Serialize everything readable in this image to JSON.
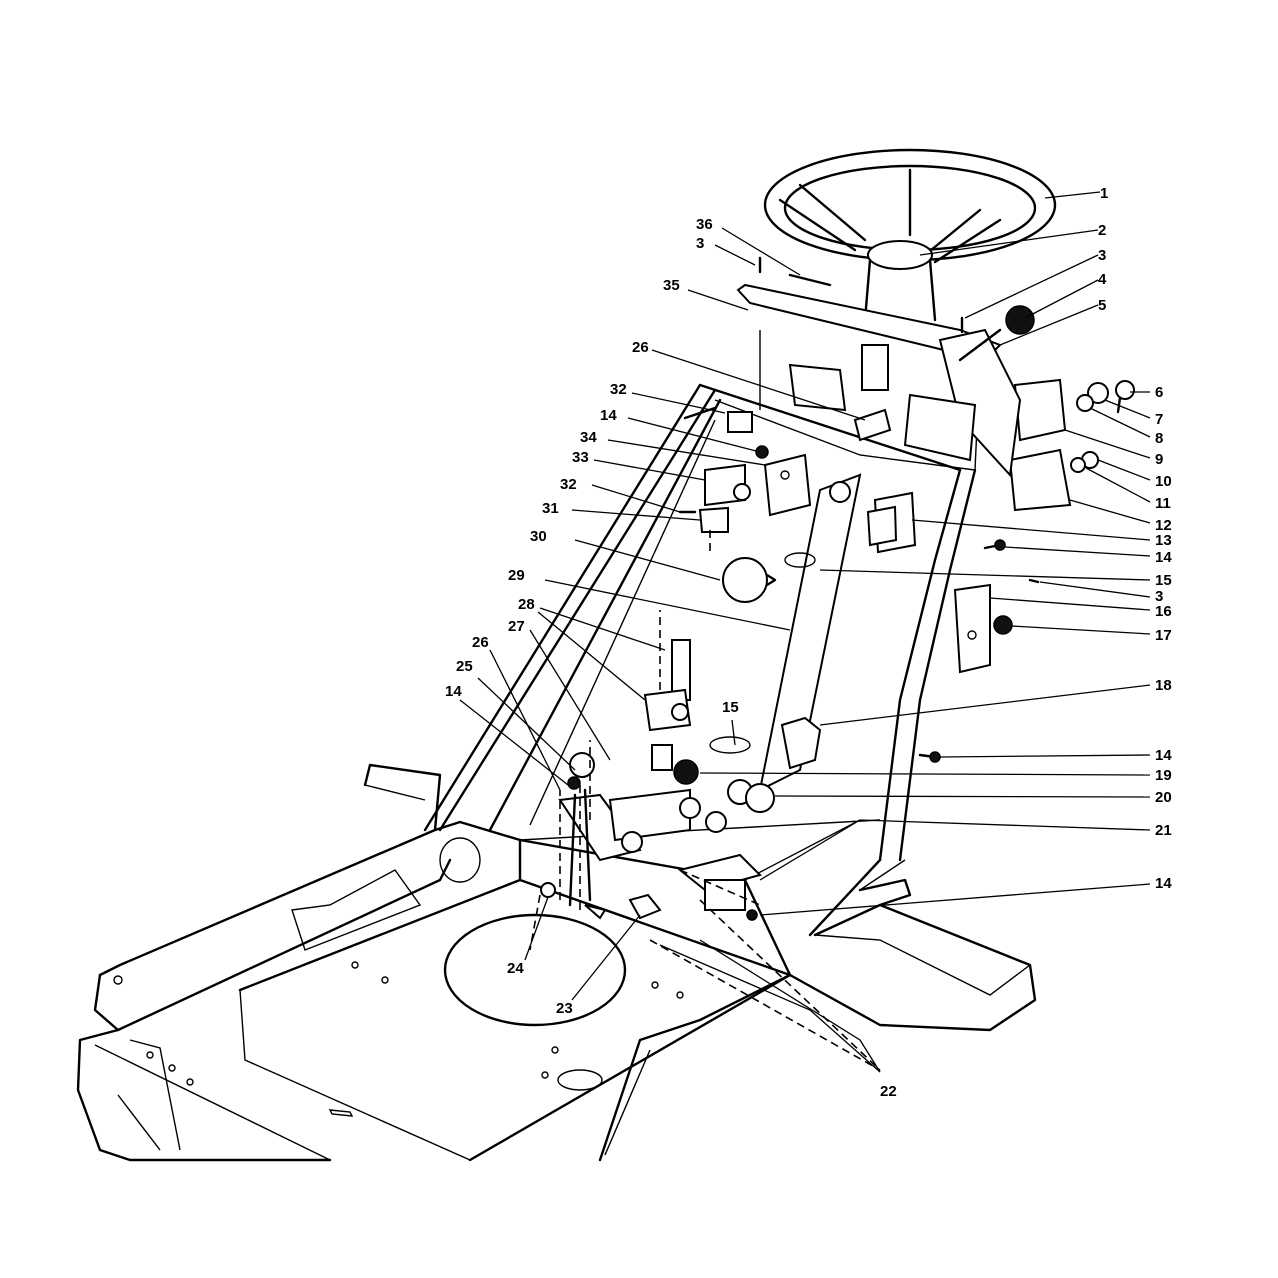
{
  "diagram": {
    "callouts": [
      "1",
      "2",
      "3",
      "3",
      "4",
      "5",
      "6",
      "7",
      "8",
      "9",
      "10",
      "11",
      "12",
      "13",
      "14",
      "15",
      "3",
      "16",
      "17",
      "18",
      "14",
      "19",
      "20",
      "21",
      "14",
      "22",
      "23",
      "24",
      "25",
      "26",
      "27",
      "28",
      "29",
      "30",
      "31",
      "32",
      "33",
      "34",
      "14",
      "32",
      "26",
      "35",
      "36",
      "3",
      "15",
      "14"
    ],
    "colors": {
      "ink": "#000000",
      "paper": "#ffffff"
    }
  }
}
